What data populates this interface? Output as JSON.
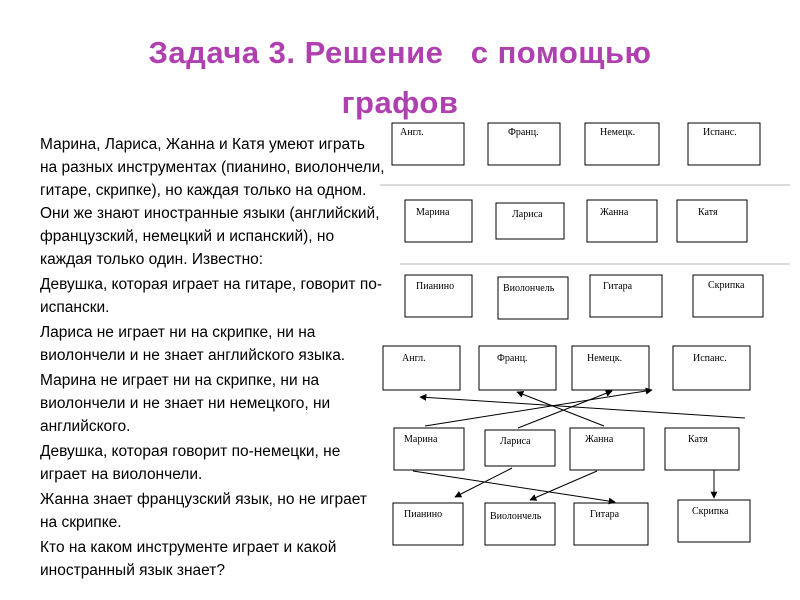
{
  "title": {
    "line1": "Задача 3. Решение   с помощью",
    "line2": "графов"
  },
  "task": {
    "paragraphs": [
      "Марина, Лариса, Жанна и Катя умеют играть на разных инструментах (пианино, виолончели, гитаре, скрипке), но каждая только на одном. Они же знают иностранные языки (английский, французский, немецкий и испанский), но каждая только один. Известно:",
      "Девушка, которая играет на гитаре, говорит по-испански.",
      "Лариса не играет ни на скрипке, ни на виолончели и не знает английского языка.",
      "Марина не играет ни на скрипке, ни на виолончели и не знает ни немецкого, ни английского.",
      "Девушка, которая говорит по-немецки, не играет на виолончели.",
      "Жанна знает французский язык, но не играет на скрипке.",
      "Кто на каком инструменте играет и какой иностранный язык знает?"
    ]
  },
  "graph_top": {
    "languages": [
      "Англ.",
      "Франц.",
      "Немецк.",
      "Испанс."
    ],
    "girls": [
      "Марина",
      "Лариса",
      "Жанна",
      "Катя"
    ],
    "instruments": [
      "Пианино",
      "Виолончель",
      "Гитара",
      "Скрипка"
    ]
  },
  "graph_bottom": {
    "languages": [
      "Англ.",
      "Франц.",
      "Немецк.",
      "Испанс."
    ],
    "girls": [
      "Марина",
      "Лариса",
      "Жанна",
      "Катя"
    ],
    "instruments": [
      "Пианино",
      "Виолончель",
      "Гитара",
      "Скрипка"
    ]
  }
}
